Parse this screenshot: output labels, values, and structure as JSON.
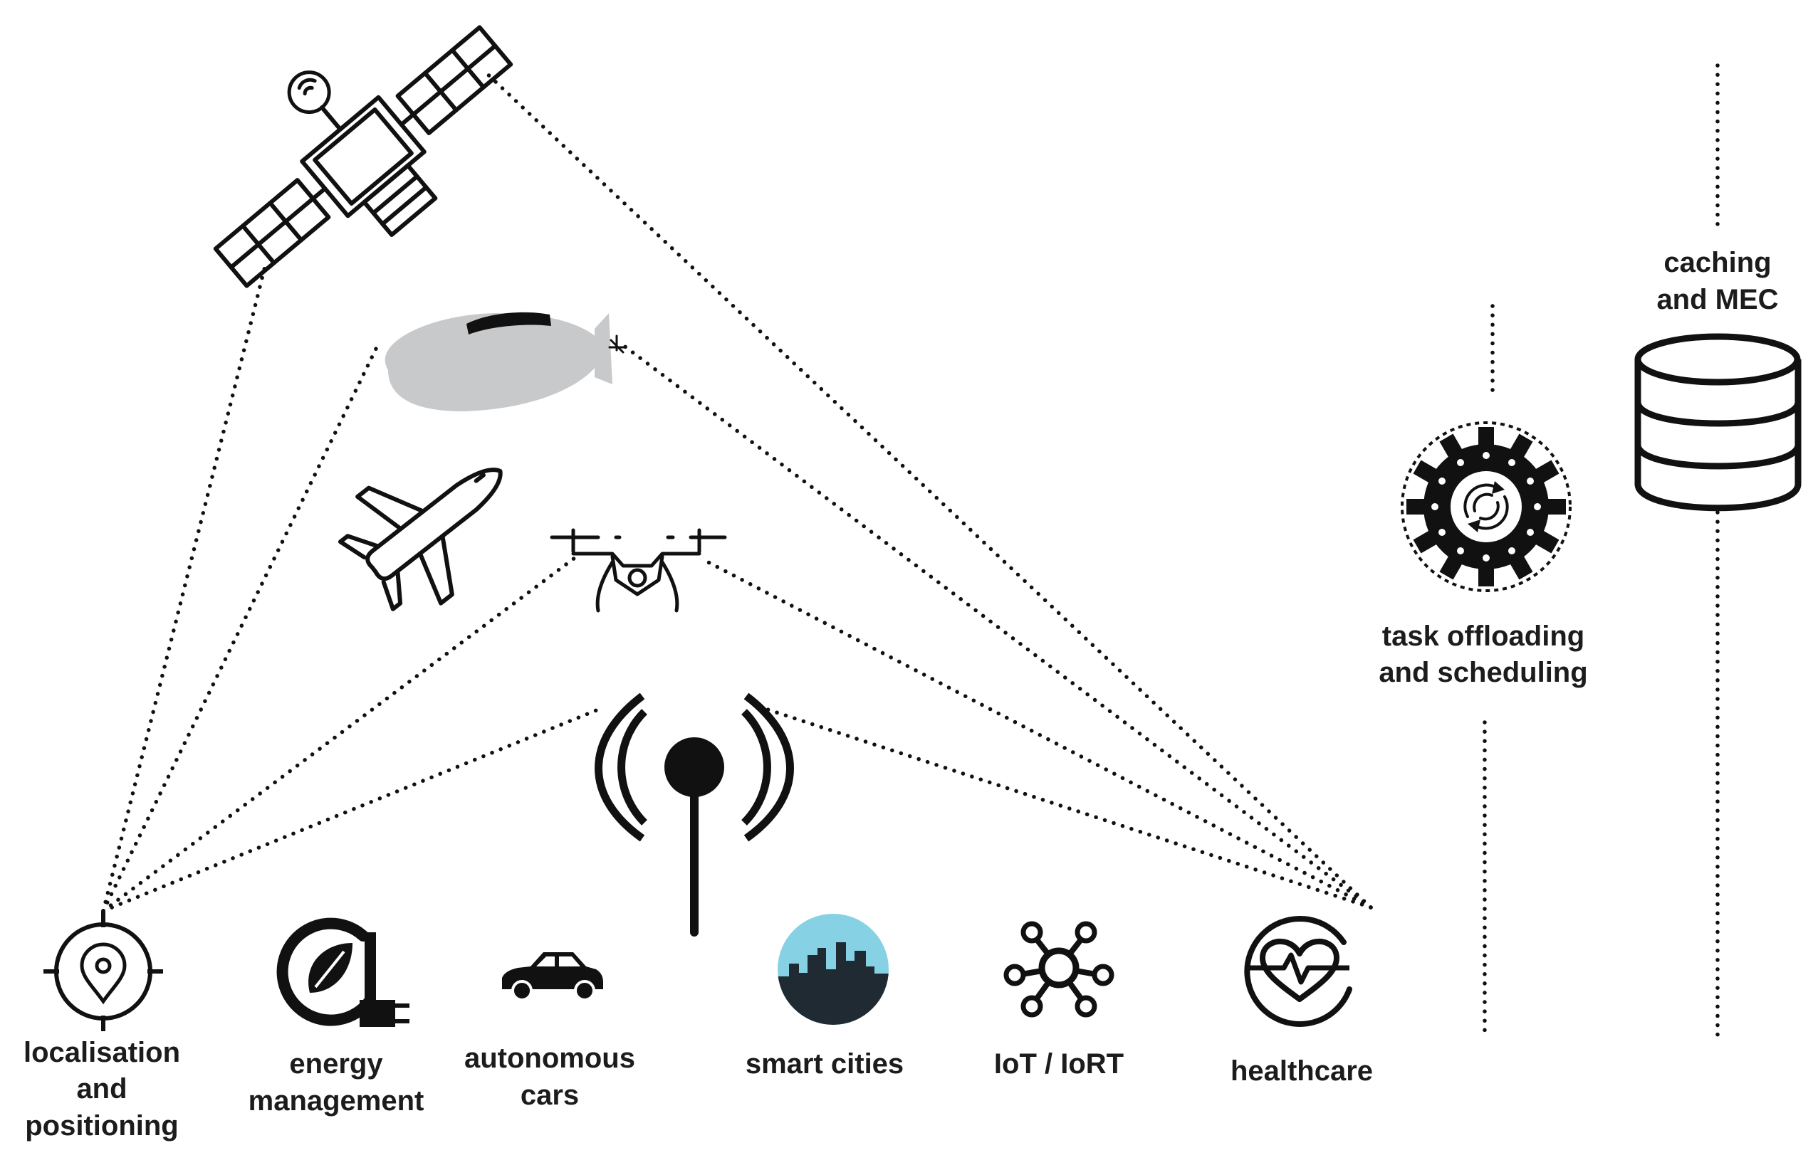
{
  "labels": {
    "localisation": [
      "localisation",
      "and",
      "positioning"
    ],
    "energy": [
      "energy",
      "management"
    ],
    "cars": [
      "autonomous",
      "cars"
    ],
    "smart_cities": "smart cities",
    "iot": "IoT / IoRT",
    "healthcare": "healthcare",
    "task": [
      "task offloading",
      "and scheduling"
    ],
    "caching": [
      "caching",
      "and MEC"
    ]
  },
  "icons": {
    "satellite": "satellite-icon",
    "airship": "airship-icon",
    "airplane": "airplane-icon",
    "drone": "drone-icon",
    "antenna": "antenna-icon",
    "localisation": "location-target-icon",
    "energy": "energy-leaf-plug-icon",
    "car": "car-icon",
    "city": "city-skyline-icon",
    "iot": "network-hub-icon",
    "healthcare": "heart-pulse-icon",
    "task": "gear-refresh-icon",
    "caching": "database-icon"
  },
  "colors": {
    "ink": "#111111",
    "airship": "#c8c9ca",
    "sky": "#86d2e4",
    "city": "#1f2a33"
  }
}
